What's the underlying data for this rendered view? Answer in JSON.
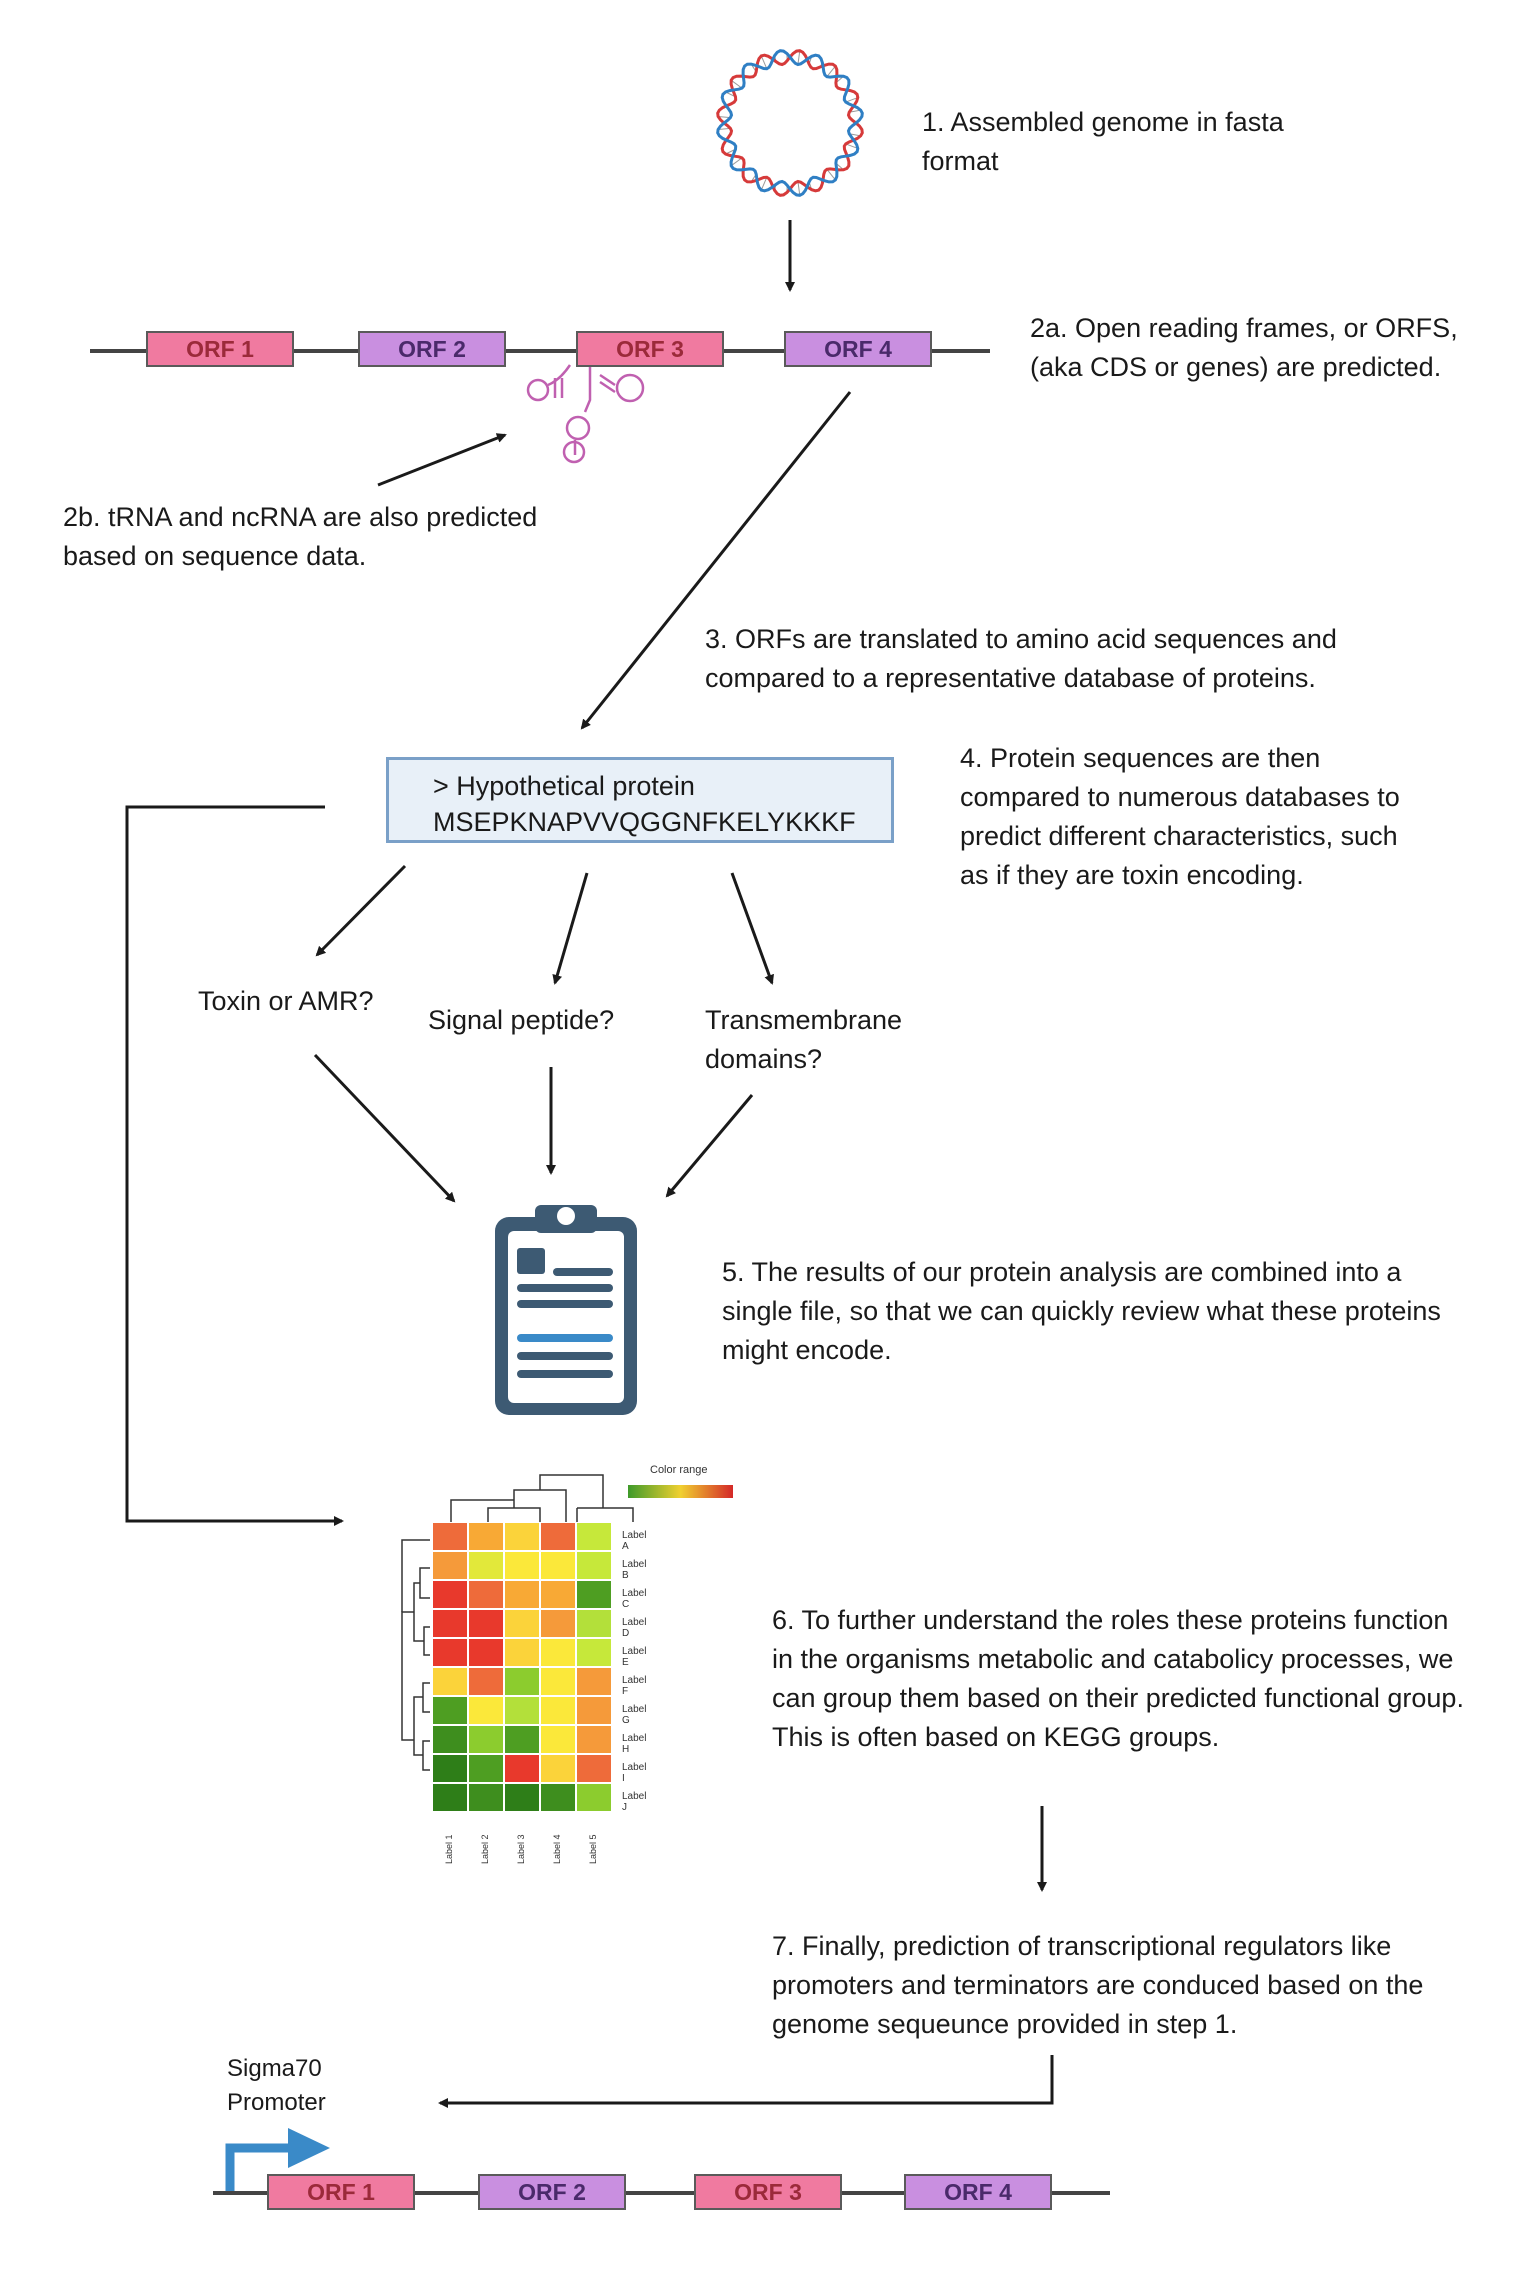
{
  "steps": {
    "s1": "1. Assembled genome in fasta format",
    "s2a": "2a. Open reading frames, or ORFS, (aka CDS or genes) are predicted.",
    "s2b": "2b. tRNA and ncRNA are also predicted based on sequence data.",
    "s3": "3. ORFs are translated to amino acid sequences and compared to a representative database of proteins.",
    "s4": "4. Protein sequences are then compared to numerous databases to predict different characteristics, such as if they are toxin encoding.",
    "s5": "5. The results of our protein analysis are combined into a single file, so that we can quickly review what these proteins might encode.",
    "s6": "6. To further understand the roles these proteins function in the organisms metabolic and catabolicy processes, we can group them based on their predicted functional group. This is often based on KEGG groups.",
    "s7": "7. Finally, prediction of transcriptional regulators like promoters and terminators are conduced based on the genome sequeunce provided in step 1."
  },
  "orfs": [
    "ORF 1",
    "ORF 2",
    "ORF 3",
    "ORF 4"
  ],
  "protein": {
    "header": "> Hypothetical protein",
    "sequence": "MSEPKNAPVVQGGNFKELYKKKF"
  },
  "questions": {
    "toxin": "Toxin or AMR?",
    "signal": "Signal peptide?",
    "transmembrane": "Transmembrane domains?"
  },
  "heatmap": {
    "title": "Color range",
    "rows": [
      "Label A",
      "Label B",
      "Label C",
      "Label D",
      "Label E",
      "Label F",
      "Label G",
      "Label H",
      "Label I",
      "Label J"
    ],
    "cols": [
      "Label 1",
      "Label 2",
      "Label 3",
      "Label 4",
      "Label 5"
    ],
    "cells": [
      [
        "#ee6b3a",
        "#f8a935",
        "#fbd33a",
        "#ee6b3a",
        "#c6e83a"
      ],
      [
        "#f59a3a",
        "#e2e83a",
        "#fbe83a",
        "#fbe83a",
        "#c6e83a"
      ],
      [
        "#e8392c",
        "#ee6b3a",
        "#f8a935",
        "#f8a935",
        "#4e9e22"
      ],
      [
        "#e8392c",
        "#e8392c",
        "#fbd33a",
        "#f59a3a",
        "#b3e03a"
      ],
      [
        "#e8392c",
        "#e8392c",
        "#fbd33a",
        "#fbe83a",
        "#c6e83a"
      ],
      [
        "#fbd33a",
        "#ee6b3a",
        "#8ccc2e",
        "#fbe83a",
        "#f59a3a"
      ],
      [
        "#4e9e22",
        "#fbe83a",
        "#b3e03a",
        "#fbe83a",
        "#f59a3a"
      ],
      [
        "#3e8e1e",
        "#8ccc2e",
        "#4e9e22",
        "#fbe83a",
        "#f59a3a"
      ],
      [
        "#2e7e18",
        "#4e9e22",
        "#e8392c",
        "#fbd33a",
        "#ee6b3a"
      ],
      [
        "#2e7e18",
        "#3e8e1e",
        "#2e7e18",
        "#3e8e1e",
        "#8ccc2e"
      ]
    ]
  },
  "promoter_label": "Sigma70 Promoter",
  "colors": {
    "orf_pink": "#f07aa0",
    "orf_purple": "#c98fe0",
    "clipboard": "#3d5a73",
    "promoter_arrow": "#3a8ac8",
    "trna": "#c060b0"
  }
}
